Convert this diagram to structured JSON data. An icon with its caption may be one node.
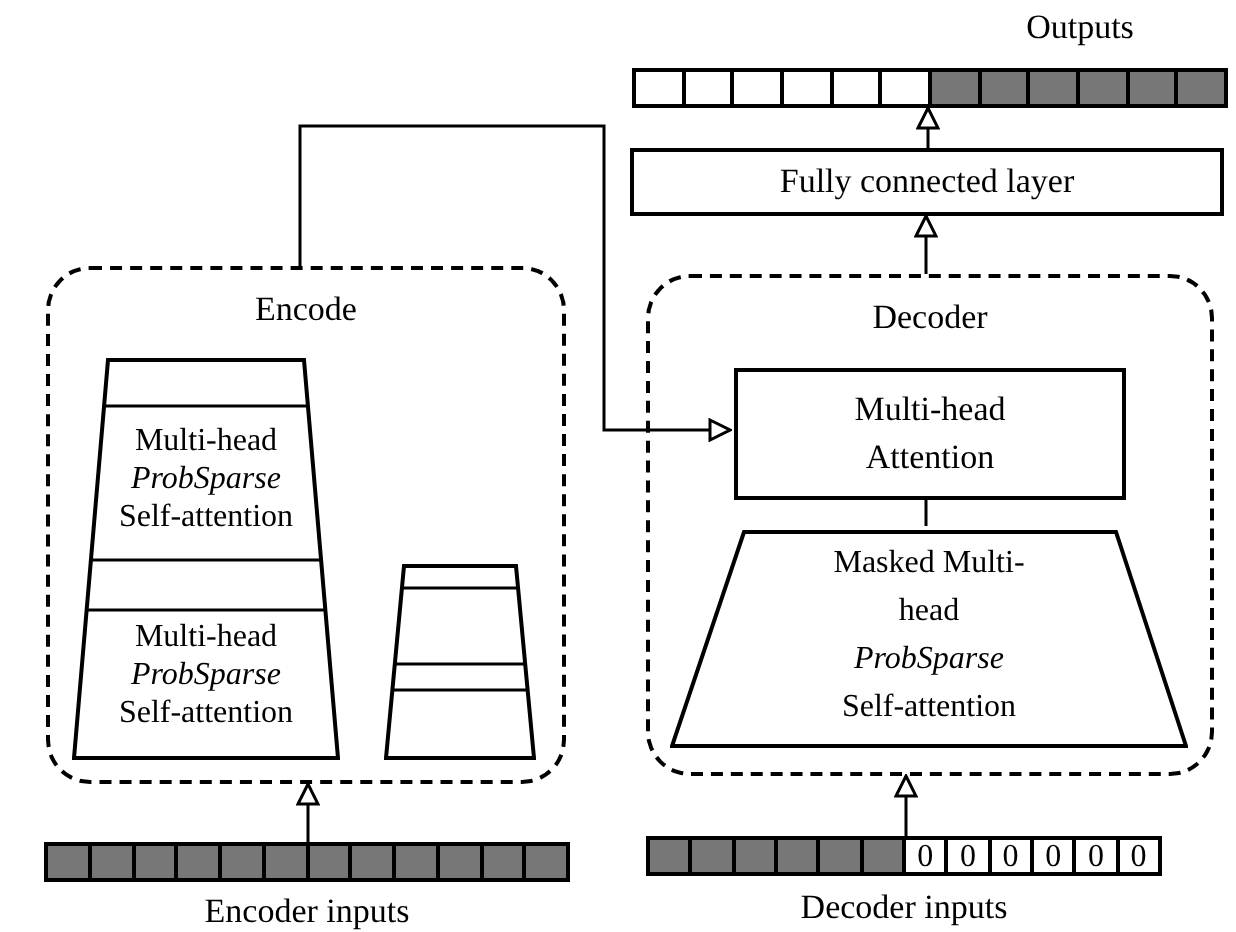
{
  "diagram": {
    "nodes": [
      {
        "text": [
          "Encode"
        ]
      },
      {
        "text": [
          "Multi-head *ProbSparse* Self-attention",
          "Multi-head *ProbSparse* Self-attention"
        ],
        "in": 0
      },
      {
        "text": [],
        "shape": "trapezoid",
        "in": 0
      },
      {
        "text": [],
        "shape": "bar",
        "beside": [
          "Encoder inputs"
        ]
      },
      {
        "text": [
          "Decoder"
        ]
      },
      {
        "text": [
          "Multi-head Attention"
        ],
        "in": 4
      },
      {
        "text": [
          "Masked Multi-head *ProbSparse* Self-attention"
        ],
        "in": 4
      },
      {
        "text": [
          "0",
          "0",
          "0",
          "0",
          "0",
          "0"
        ],
        "beside": [
          "Decoder inputs"
        ]
      },
      {
        "text": [
          "Fully connected layer"
        ]
      },
      {
        "text": [],
        "shape": "bar",
        "beside": [
          "Outputs"
        ]
      }
    ],
    "edges": [
      {
        "from": 3,
        "to": 0,
        "arrow": "to"
      },
      {
        "from": 0,
        "to": 5,
        "arrow": "to"
      },
      {
        "from": 6,
        "to": 5,
        "arrow": "none"
      },
      {
        "from": 7,
        "to": 4,
        "arrow": "to"
      },
      {
        "from": 4,
        "to": 8,
        "arrow": "to"
      },
      {
        "from": 8,
        "to": 9,
        "arrow": "to"
      }
    ]
  }
}
